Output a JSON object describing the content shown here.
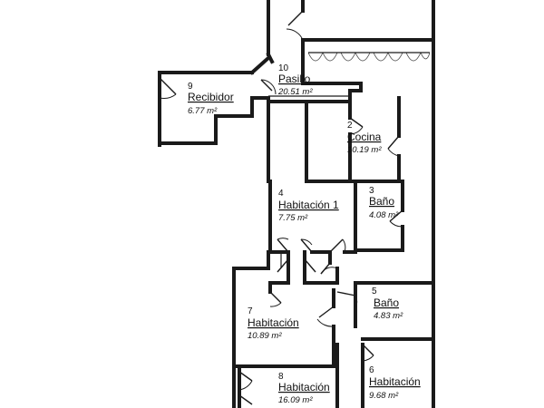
{
  "rooms": [
    {
      "id": "pasillo",
      "number": "10",
      "name": "Pasillo",
      "area": "20.51 m²"
    },
    {
      "id": "recibidor",
      "number": "9",
      "name": "Recibidor",
      "area": "6.77 m²"
    },
    {
      "id": "cocina",
      "number": "2",
      "name": "Cocina",
      "area": "10.19 m²"
    },
    {
      "id": "habitacion1",
      "number": "4",
      "name": "Habitación 1",
      "area": "7.75 m²"
    },
    {
      "id": "bano3",
      "number": "3",
      "name": "Baño",
      "area": "4.08 m²"
    },
    {
      "id": "bano5",
      "number": "5",
      "name": "Baño",
      "area": "4.83 m²"
    },
    {
      "id": "habitacion7",
      "number": "7",
      "name": "Habitación",
      "area": "10.89 m²"
    },
    {
      "id": "habitacion8",
      "number": "8",
      "name": "Habitación",
      "area": "16.09 m²"
    },
    {
      "id": "habitacion6",
      "number": "6",
      "name": "Habitación",
      "area": "9.68 m²"
    }
  ]
}
